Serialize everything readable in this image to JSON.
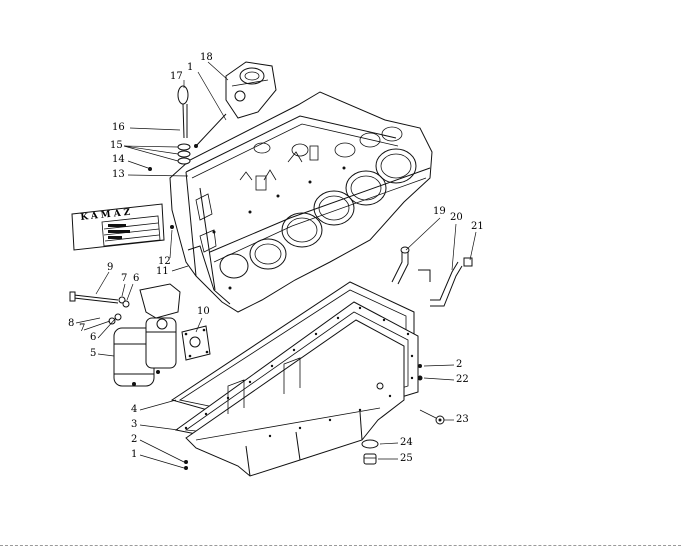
{
  "plate": {
    "brand": "KAMAZ"
  },
  "callouts": {
    "c18": "18",
    "c17": "17",
    "c1_top": "1",
    "c16": "16",
    "c15": "15",
    "c14": "14",
    "c13": "13",
    "c12": "12",
    "c11": "11",
    "c9": "9",
    "c7_top": "7",
    "c6_top": "6",
    "c8": "8",
    "c7_bottom": "7",
    "c6_bottom": "6",
    "c5": "5",
    "c10": "10",
    "c19": "19",
    "c20": "20",
    "c21": "21",
    "c2_right": "2",
    "c22": "22",
    "c23": "23",
    "c4": "4",
    "c3": "3",
    "c2_left": "2",
    "c1_bottom": "1",
    "c24": "24",
    "c25": "25"
  }
}
